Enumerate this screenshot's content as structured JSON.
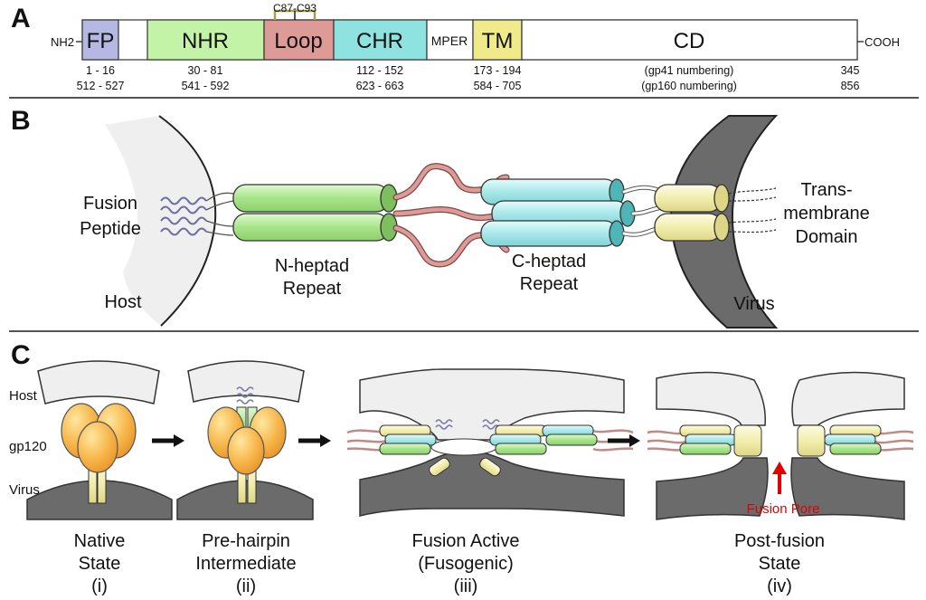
{
  "panels": {
    "a": "A",
    "b": "B",
    "c": "C"
  },
  "panel_a": {
    "nterm": "NH2",
    "cterm": "COOH",
    "disulfide": "C87-C93",
    "segments": [
      "FP",
      "NHR",
      "Loop",
      "CHR",
      "MPER",
      "TM",
      "CD"
    ],
    "numbers": {
      "fp": [
        "1 - 16",
        "512 - 527"
      ],
      "nhr": [
        "30 - 81",
        "541 - 592"
      ],
      "chr": [
        "112 - 152",
        "623 - 663"
      ],
      "tm": [
        "173 - 194",
        "584 - 705"
      ],
      "cd": [
        "(gp41 numbering)",
        "(gp160 numbering)"
      ],
      "end": [
        "345",
        "856"
      ]
    }
  },
  "panel_b": {
    "fusion_peptide": [
      "Fusion",
      "Peptide"
    ],
    "host": "Host",
    "nhr": [
      "N-heptad",
      "Repeat"
    ],
    "chr": [
      "C-heptad",
      "Repeat"
    ],
    "tm": [
      "Trans-",
      "membrane",
      "Domain"
    ],
    "virus": "Virus"
  },
  "panel_c": {
    "host": "Host",
    "gp120": "gp120",
    "virus": "Virus",
    "pore": "Fusion Pore",
    "stages": [
      [
        "Native",
        "State",
        "(i)"
      ],
      [
        "Pre-hairpin",
        "Intermediate",
        "(ii)"
      ],
      [
        "Fusion Active",
        "(Fusogenic)",
        "(iii)"
      ],
      [
        "Post-fusion",
        "State",
        "(iv)"
      ]
    ]
  },
  "colors": {
    "fp": "#b4b8e2",
    "nhr": "#c3f3a6",
    "loop": "#dd9a96",
    "chr": "#8ee3e0",
    "tm": "#f0ea8a",
    "membrane_host": "#efefef",
    "membrane_virus": "#6b6b6b",
    "pore_arrow": "#e00000"
  }
}
